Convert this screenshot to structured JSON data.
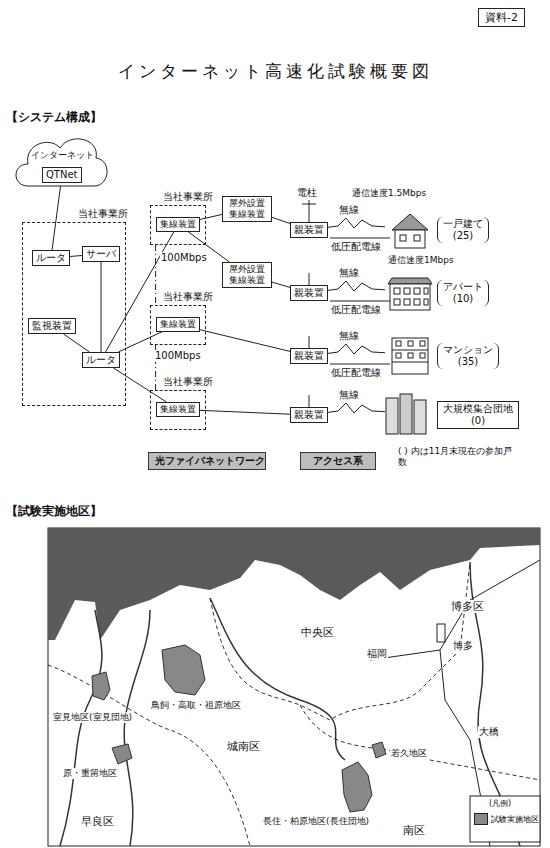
{
  "diagram": {
    "title": "インターネット高速化試験概要図",
    "nodes": [
      {
        "text": [
          "資料-2"
        ]
      },
      {
        "text": [
          "インターネット"
        ]
      },
      {
        "text": [
          "QTNet"
        ],
        "in": 1
      },
      {
        "text": [
          "当社事業所"
        ]
      },
      {
        "text": [
          "ルータ"
        ],
        "in": 3
      },
      {
        "text": [
          "サーバ"
        ],
        "in": 3
      },
      {
        "text": [
          "監視装置"
        ],
        "in": 3
      },
      {
        "text": [
          "ルータ"
        ],
        "in": 3
      },
      {
        "text": [
          "当社事業所"
        ]
      },
      {
        "text": [
          "集線装置"
        ],
        "in": 8
      },
      {
        "text": [
          "当社事業所"
        ]
      },
      {
        "text": [
          "集線装置"
        ],
        "in": 10
      },
      {
        "text": [
          "当社事業所"
        ]
      },
      {
        "text": [
          "集線装置"
        ],
        "in": 12
      },
      {
        "text": [
          "屋外設置集線装置"
        ]
      },
      {
        "text": [
          "屋外設置集線装置"
        ]
      },
      {
        "text": [
          "親装置"
        ]
      },
      {
        "text": [
          "親装置"
        ]
      },
      {
        "text": [
          "親装置"
        ]
      },
      {
        "text": [
          "親装置"
        ]
      },
      {
        "text": [
          "一戸建て",
          "(25)"
        ]
      },
      {
        "text": [
          "アパート",
          "(10)"
        ]
      },
      {
        "text": [
          "マンション",
          "(35)"
        ]
      },
      {
        "text": [
          "大規模集合団地",
          "(0)"
        ]
      },
      {
        "text": [
          "光ファイバネットワーク"
        ]
      },
      {
        "text": [
          "アクセス系"
        ]
      }
    ],
    "edges": [
      {
        "from": 2,
        "to": 4,
        "arrow": "none"
      },
      {
        "from": 4,
        "to": 5,
        "arrow": "none"
      },
      {
        "from": 5,
        "to": 7,
        "arrow": "none"
      },
      {
        "from": 6,
        "to": 7,
        "arrow": "none"
      },
      {
        "from": 7,
        "to": 9,
        "arrow": "none"
      },
      {
        "from": 7,
        "to": 11,
        "label": "100Mbps",
        "arrow": "none"
      },
      {
        "from": 7,
        "to": 13,
        "arrow": "none"
      },
      {
        "from": 8,
        "to": 10,
        "arrow": "none"
      },
      {
        "from": 10,
        "to": 12,
        "arrow": "none"
      },
      {
        "from": 9,
        "to": 14,
        "arrow": "none"
      },
      {
        "from": 9,
        "to": 15,
        "label": "100Mbps",
        "arrow": "none"
      },
      {
        "from": 14,
        "to": 16,
        "arrow": "none"
      },
      {
        "from": 15,
        "to": 17,
        "arrow": "none"
      },
      {
        "from": 11,
        "to": 18,
        "arrow": "none"
      },
      {
        "from": 13,
        "to": 19,
        "arrow": "none"
      },
      {
        "from": 16,
        "to": 20,
        "label": "無線",
        "arrow": "none"
      },
      {
        "from": 17,
        "to": 21,
        "label": "無線",
        "arrow": "none"
      },
      {
        "from": 18,
        "to": 22,
        "label": "無線",
        "arrow": "none"
      },
      {
        "from": 19,
        "to": 23,
        "label": "無線",
        "arrow": "none"
      }
    ],
    "labels": [
      "【システム構成】",
      "電柱",
      "通信速度1.5Mbps",
      "通信速度1Mbps",
      "低圧配電線",
      "低圧配電線",
      "低圧配電線",
      "( ) 内は11月末現在の参加戸数",
      "【試験実施地区】",
      "中央区",
      "博多区",
      "福岡",
      "博多",
      "城南区",
      "早良区",
      "南区",
      "大橋",
      "鳥飼・高取・祖原地区",
      "室見地区(室見団地)",
      "原・重留地区",
      "長住・柏原地区(長住団地)",
      "若久地区",
      "(凡例)"
    ],
    "legend": [
      {
        "text": "試験実施地区",
        "color": "#888888"
      }
    ]
  }
}
